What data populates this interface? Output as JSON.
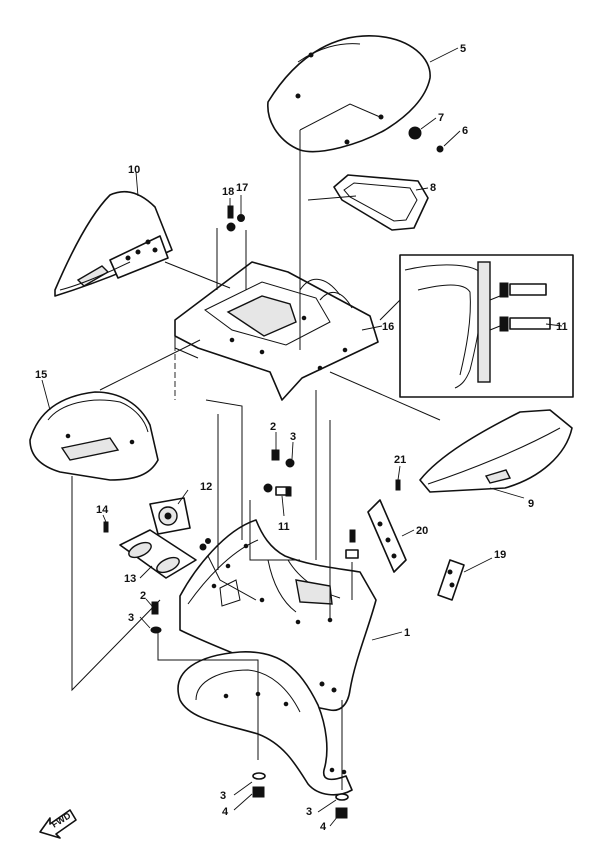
{
  "callouts": {
    "c1": "1",
    "c2a": "2",
    "c2b": "2",
    "c3a": "3",
    "c3b": "3",
    "c3c": "3",
    "c3d": "3",
    "c4a": "4",
    "c4b": "4",
    "c5": "5",
    "c6": "6",
    "c7": "7",
    "c8": "8",
    "c9": "9",
    "c10": "10",
    "c11a": "11",
    "c11b": "11",
    "c12": "12",
    "c13": "13",
    "c14": "14",
    "c15": "15",
    "c16": "16",
    "c17": "17",
    "c18": "18",
    "c19": "19",
    "c20": "20",
    "c21": "21"
  },
  "fwd_label": "FWD"
}
